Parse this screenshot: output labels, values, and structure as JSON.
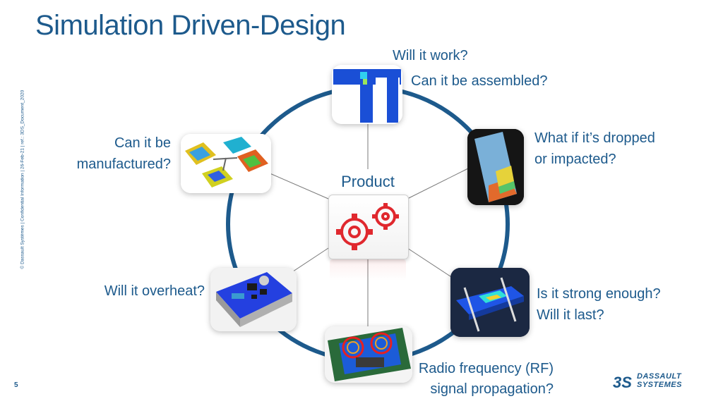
{
  "title": "Simulation Driven-Design",
  "side_note": "© Dassault Systèmes | Confidential Information | 26-Feb-21 | ref.: 3DS_Document_2020",
  "page_number": "5",
  "center": {
    "label": "Product",
    "icon": "gears-icon"
  },
  "labels": {
    "top_1": "Will it work?",
    "top_2": "Can it be assembled?",
    "dropped_1": "What if it’s dropped",
    "dropped_2": "or impacted?",
    "strong_1": "Is it strong enough?",
    "strong_2": "Will it last?",
    "rf_1": "Radio frequency (RF)",
    "rf_2": "signal propagation?",
    "overheat": "Will it overheat?",
    "manuf_1": "Can it be",
    "manuf_2": "manufactured?"
  },
  "logo": {
    "line1": "DASSAULT",
    "line2": "SYSTEMES"
  },
  "colors": {
    "accent": "#1d5a8c",
    "gears": "#e0282e"
  }
}
